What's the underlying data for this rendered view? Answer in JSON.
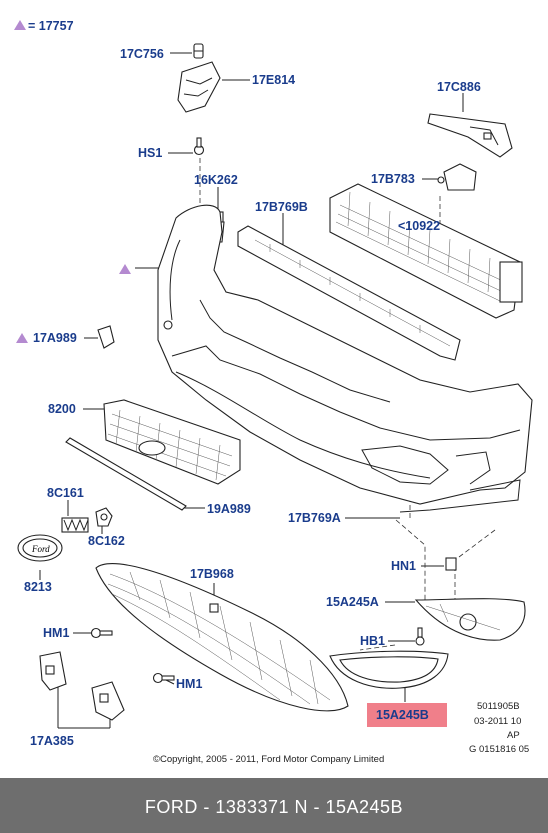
{
  "diagram": {
    "ref_17757": "= 17757",
    "labels": {
      "c17C756": "17C756",
      "c17E814": "17E814",
      "cHS1": "HS1",
      "c16K262": "16K262",
      "c17B769B": "17B769B",
      "c17C886": "17C886",
      "c17B783": "17B783",
      "c10922": "<10922",
      "c17A989": "17A989",
      "c8200": "8200",
      "c19A989": "19A989",
      "c8C161": "8C161",
      "c8C162": "8C162",
      "c8213": "8213",
      "c17B769A": "17B769A",
      "cHN1": "HN1",
      "c15A245A": "15A245A",
      "cHB1": "HB1",
      "c17B968": "17B968",
      "cHM1a": "HM1",
      "cHM1b": "HM1",
      "c17A385": "17A385",
      "c15A245B": "15A245B"
    },
    "refcodes": [
      "5011905B",
      "03-2011 10",
      "AP",
      "G 0151816 05"
    ],
    "copyright": "©Copyright, 2005 - 2011, Ford Motor Company Limited",
    "highlight_color": "#f07f8a",
    "label_color": "#1a3c8c",
    "marker_color": "#b48ad0"
  },
  "footer": {
    "text": "FORD - 1383371      N - 15A245B",
    "background": "#6e6e6e"
  }
}
